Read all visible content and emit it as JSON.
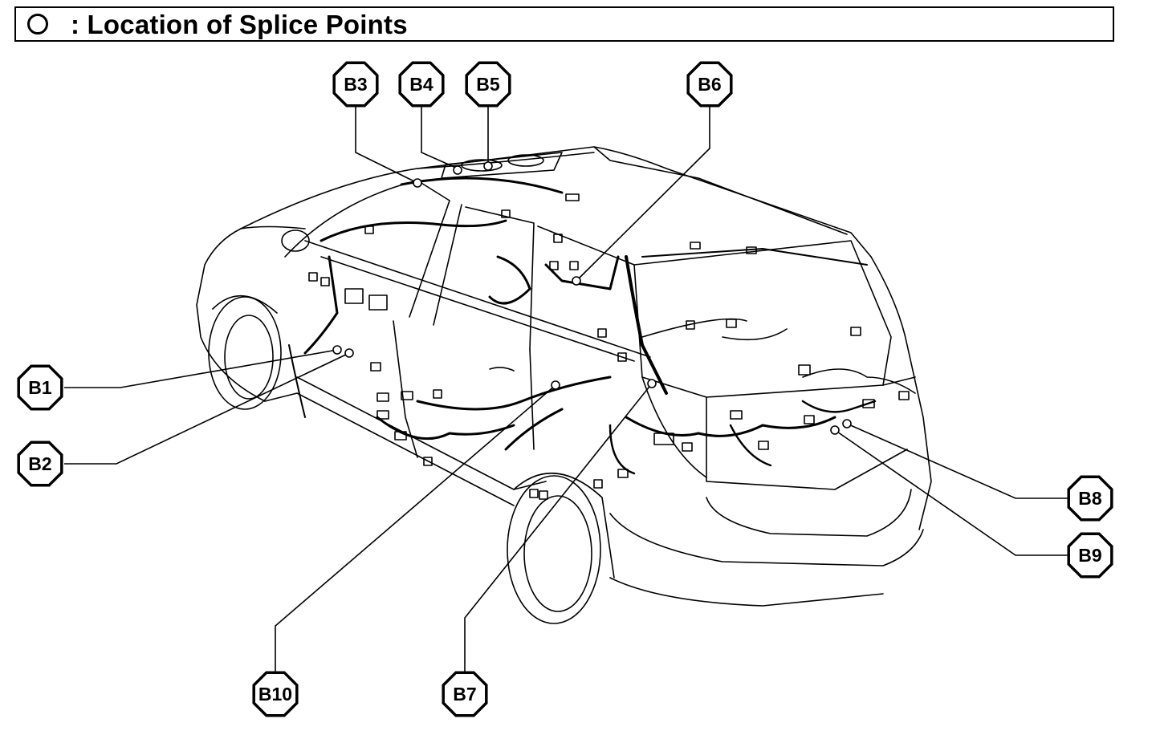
{
  "header": {
    "legend_icon": "circle-icon",
    "title": ": Location of Splice Points"
  },
  "callouts": [
    {
      "id": "B1",
      "label": "B1"
    },
    {
      "id": "B2",
      "label": "B2"
    },
    {
      "id": "B3",
      "label": "B3"
    },
    {
      "id": "B4",
      "label": "B4"
    },
    {
      "id": "B5",
      "label": "B5"
    },
    {
      "id": "B6",
      "label": "B6"
    },
    {
      "id": "B7",
      "label": "B7"
    },
    {
      "id": "B8",
      "label": "B8"
    },
    {
      "id": "B9",
      "label": "B9"
    },
    {
      "id": "B10",
      "label": "B10"
    }
  ]
}
